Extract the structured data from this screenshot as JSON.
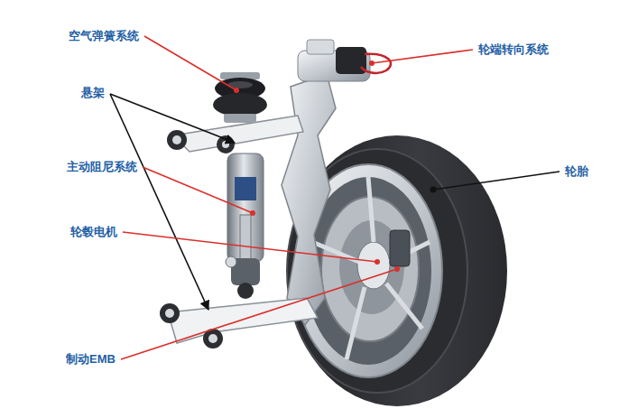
{
  "diagram": {
    "labels": [
      "空气弹簧系统",
      "轮端转向系统",
      "悬架",
      "主动阻尼系统",
      "轮胎",
      "轮毂电机",
      "制动EMB"
    ]
  }
}
